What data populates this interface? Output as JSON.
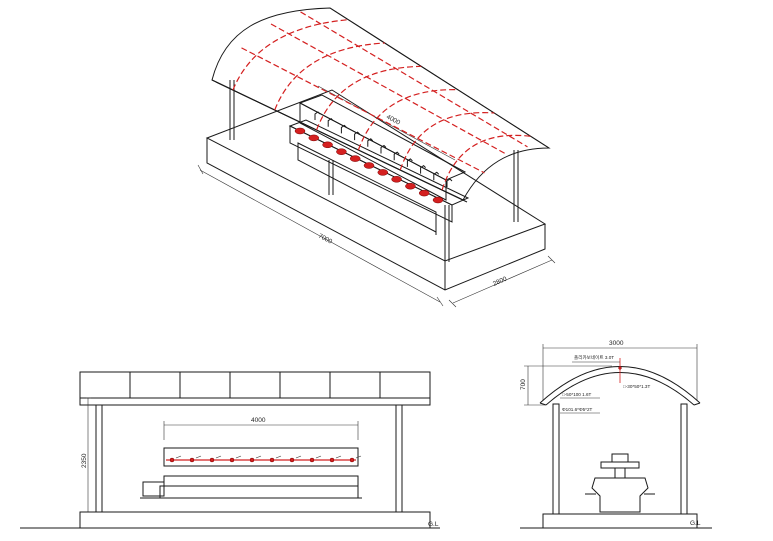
{
  "isometric": {
    "dim_length": "7000",
    "dim_depth": "2800",
    "dim_tap_span": "4000"
  },
  "elevation": {
    "dim_tap_span": "4000",
    "dim_height": "2350",
    "ground_label": "G.L"
  },
  "section": {
    "dim_width": "3000",
    "dim_rise": "700",
    "roof_note": "폴리카보네이트 3.0T",
    "purlin_note": "□-30*50*1.3T",
    "beam_note": "□-50*100 1.6T",
    "column_note": "Φ101.6*Φ5*2T",
    "ground_label": "G.L"
  }
}
